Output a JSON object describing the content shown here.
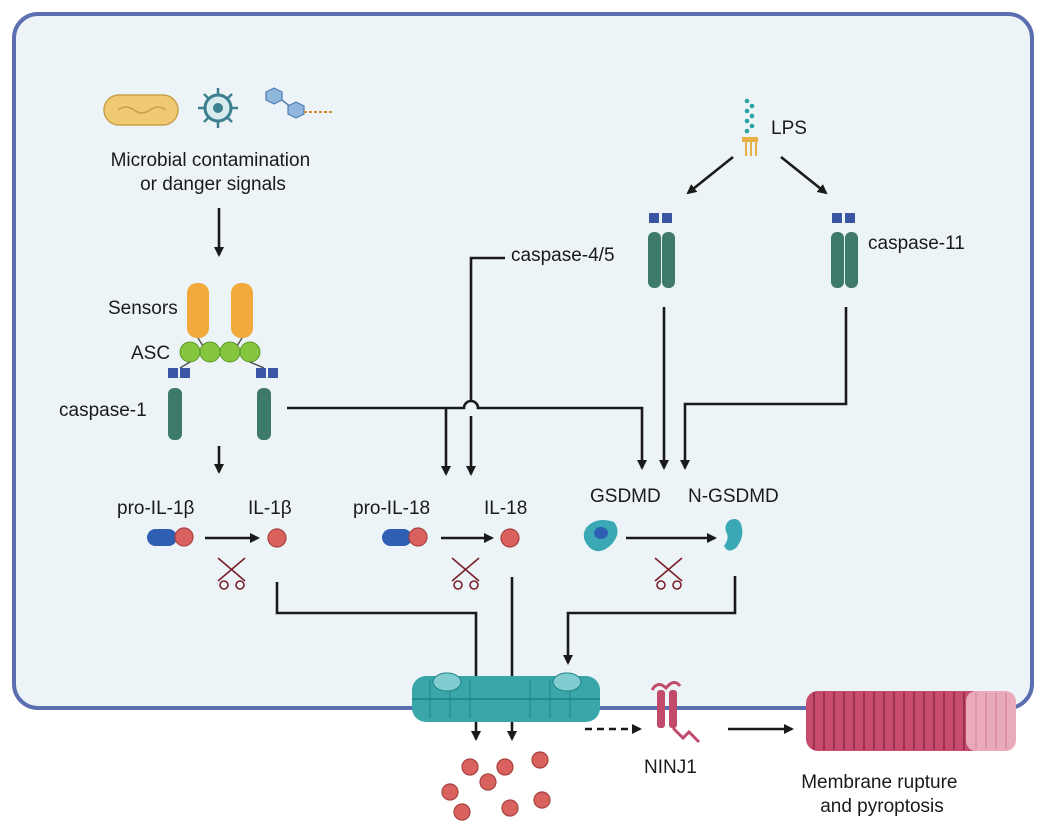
{
  "labels": {
    "microbial_line1": "Microbial contamination",
    "microbial_line2": "or danger signals",
    "lps": "LPS",
    "sensors": "Sensors",
    "asc": "ASC",
    "caspase1": "caspase-1",
    "caspase45": "caspase-4/5",
    "caspase11": "caspase-11",
    "pro_il1b": "pro-IL-1β",
    "il1b": "IL-1β",
    "pro_il18": "pro-IL-18",
    "il18": "IL-18",
    "gsdmd": "GSDMD",
    "n_gsdmd": "N-GSDMD",
    "ninj1": "NINJ1",
    "rupture_line1": "Membrane rupture",
    "rupture_line2": "and pyroptosis"
  },
  "colors": {
    "cell_border": "#5b6fb0",
    "cell_fill": "#edf4f7",
    "sensor": "#f3aa3c",
    "asc": "#86c540",
    "caspase_body": "#3d7a6c",
    "caspase_cap": "#3a55a4",
    "cytokine": "#d9625f",
    "pro_domain": "#2f5fb3",
    "gsdmd": "#3aa9b5",
    "pore": "#39a7a9",
    "ninj1": "#c24a6b",
    "rupture": "#c64b6d"
  }
}
